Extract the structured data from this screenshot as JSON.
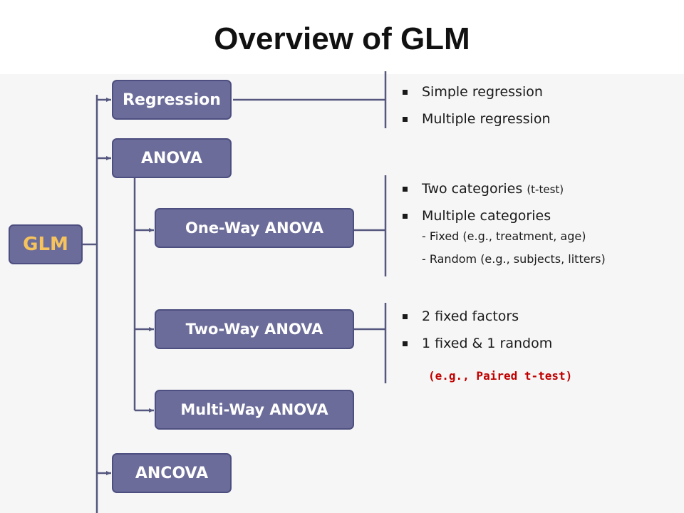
{
  "title": "Overview of GLM",
  "nodes": {
    "glm": "GLM",
    "regression": "Regression",
    "anova": "ANOVA",
    "one_way": "One-Way ANOVA",
    "two_way": "Two-Way ANOVA",
    "multi_way": "Multi-Way ANOVA",
    "ancova": "ANCOVA"
  },
  "regression_items": [
    "Simple regression",
    "Multiple regression"
  ],
  "one_way_items": {
    "two_categories": "Two categories",
    "two_categories_note": "(t-test)",
    "multiple_categories": "Multiple categories",
    "fixed": "- Fixed (e.g., treatment,  age)",
    "random": "- Random (e.g., subjects, litters)"
  },
  "two_way_items": [
    "2 fixed factors",
    "1 fixed  & 1 random"
  ],
  "paired_note": "(e.g., Paired t-test)",
  "colors": {
    "box_fill": "#6b6c99",
    "box_border": "#4d4f80",
    "glm_text": "#f6c35c",
    "connector": "#55577f",
    "note": "#c00000"
  }
}
